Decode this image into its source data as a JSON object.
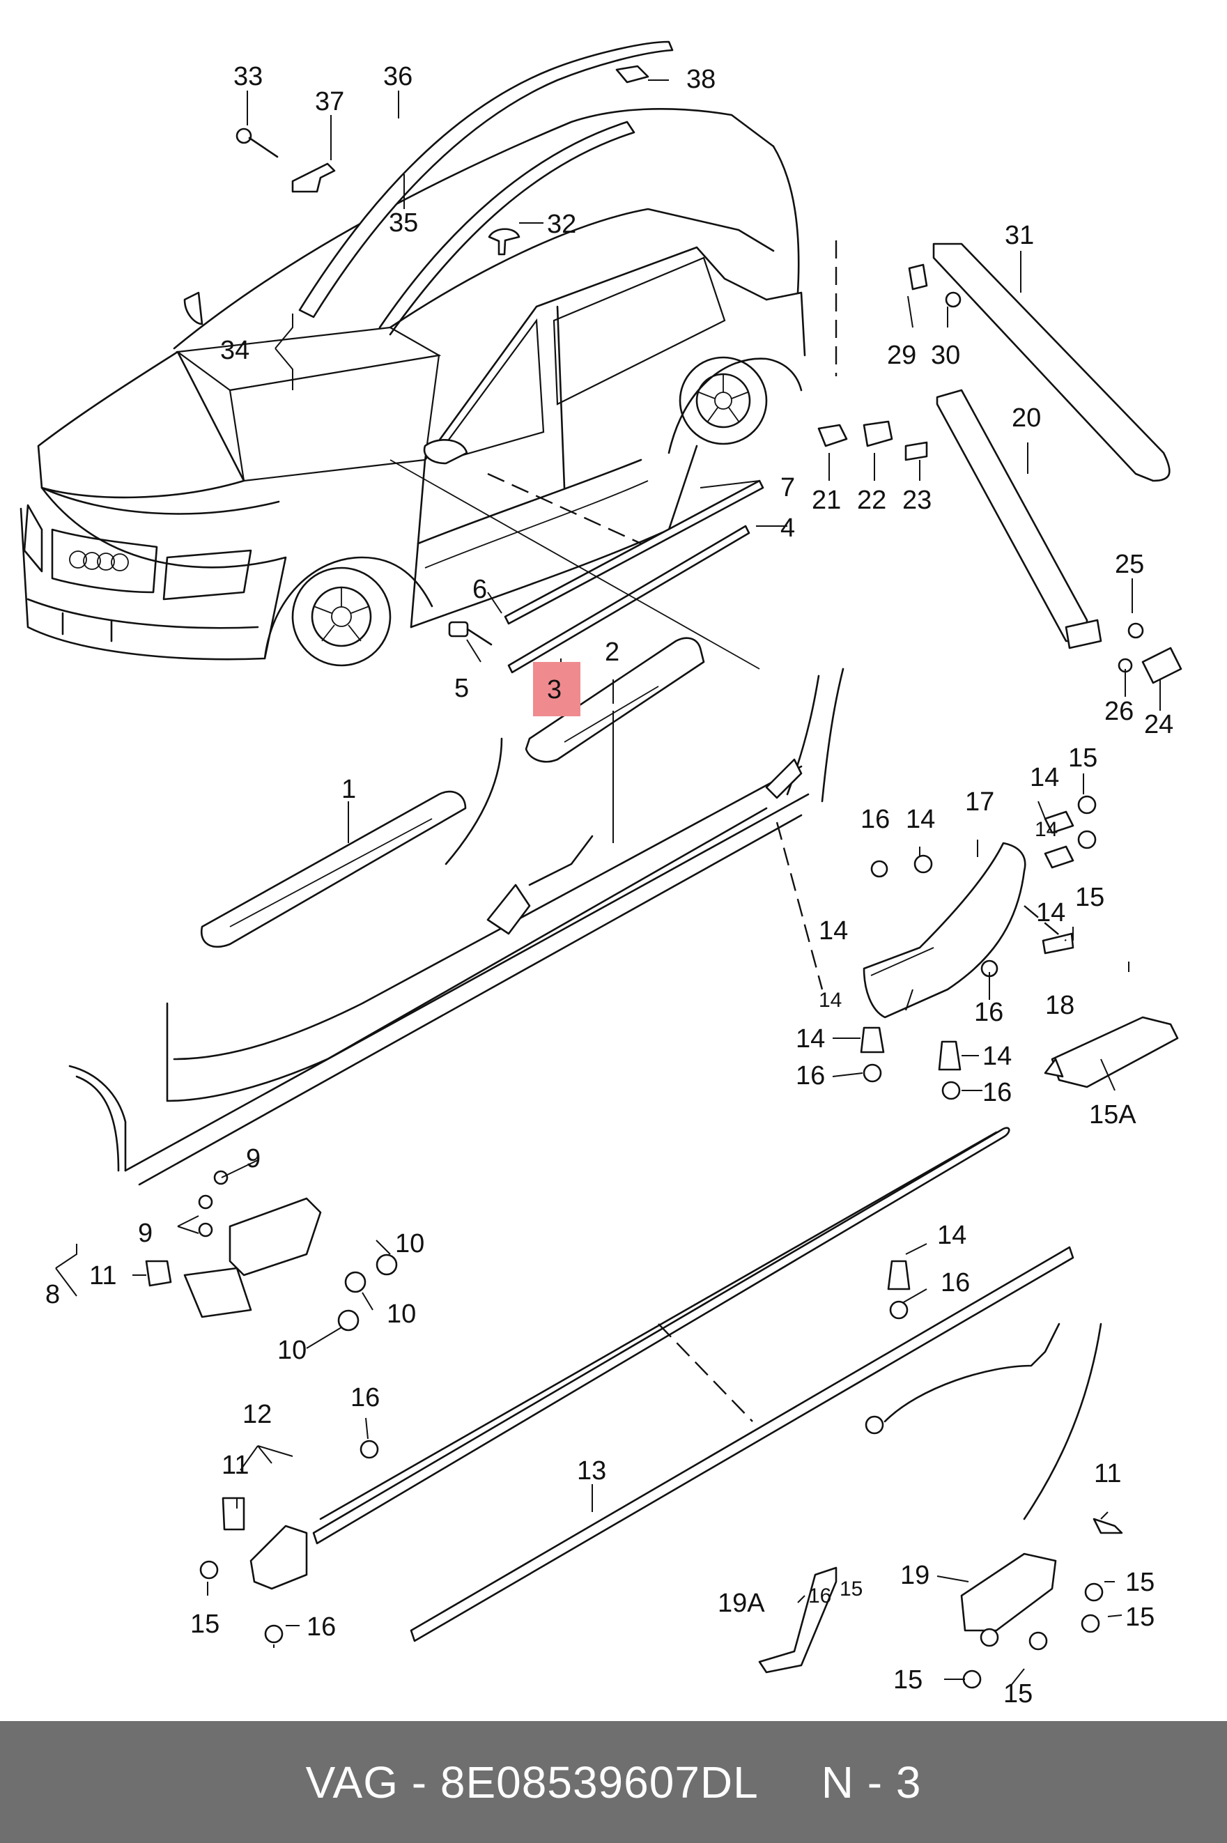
{
  "diagram": {
    "highlighted_callout": "3",
    "callouts": [
      "1",
      "2",
      "3",
      "4",
      "5",
      "6",
      "7",
      "8",
      "9",
      "9",
      "10",
      "10",
      "10",
      "11",
      "11",
      "11",
      "12",
      "13",
      "14",
      "14",
      "14",
      "14",
      "14",
      "14",
      "14",
      "14",
      "14",
      "15",
      "15",
      "15",
      "15",
      "15",
      "15",
      "15",
      "15",
      "15A",
      "16",
      "16",
      "16",
      "16",
      "16",
      "16",
      "16",
      "16",
      "17",
      "18",
      "19",
      "19A",
      "20",
      "21",
      "22",
      "23",
      "24",
      "25",
      "26",
      "29",
      "30",
      "31",
      "32",
      "33",
      "34",
      "35",
      "36",
      "37",
      "38"
    ]
  },
  "footer": {
    "part_info": "VAG - 8E08539607DL",
    "page_ref": "N - 3"
  },
  "colors": {
    "highlight": "#ef8a8e",
    "footer_background": "#6f6f6f",
    "footer_text": "#ffffff"
  }
}
